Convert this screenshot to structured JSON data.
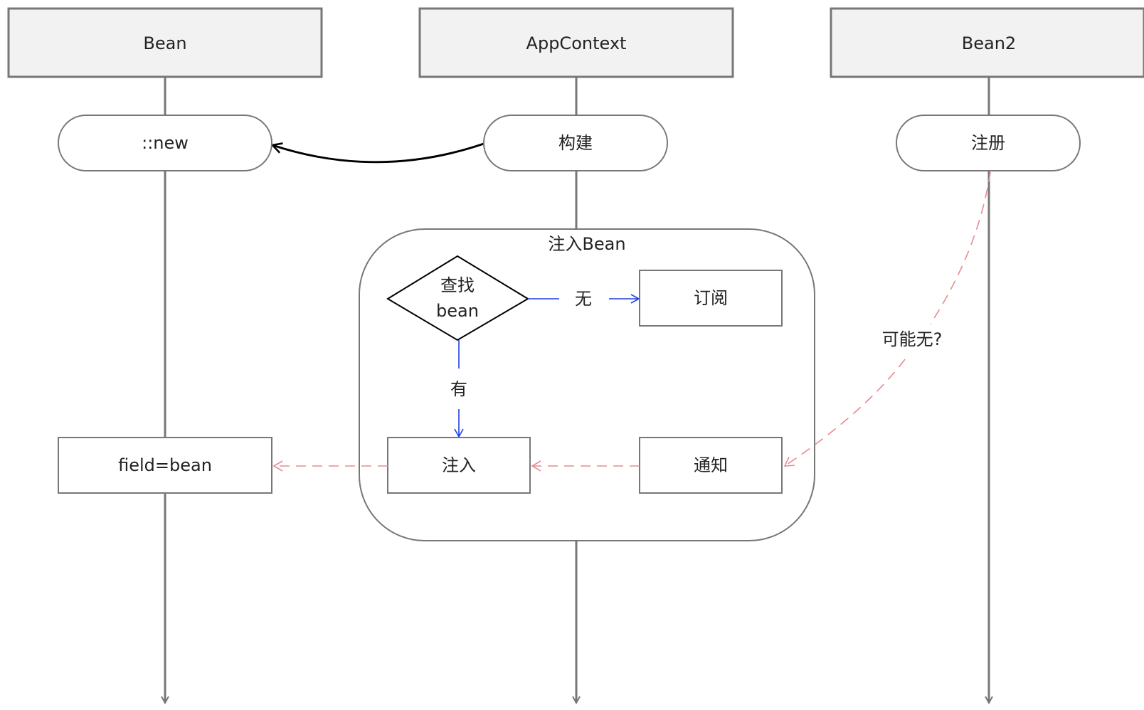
{
  "lanes": [
    {
      "title": "Bean"
    },
    {
      "title": "AppContext"
    },
    {
      "title": "Bean2"
    }
  ],
  "nodes": {
    "bean_new": "::new",
    "build": "构建",
    "register": "注册",
    "inject_group": "注入Bean",
    "find_bean": [
      "查找",
      "bean"
    ],
    "subscribe": "订阅",
    "inject": "注入",
    "notify": "通知",
    "field_assign": "field=bean"
  },
  "edge_labels": {
    "none": "无",
    "has": "有",
    "maybe_none": "可能无?"
  },
  "colors": {
    "lane_header_fill": "#f2f2f2",
    "stroke": "#777777",
    "blue_arrow": "#1f3fe0",
    "pink_dashed": "#e88a92",
    "black_arrow": "#000000"
  }
}
